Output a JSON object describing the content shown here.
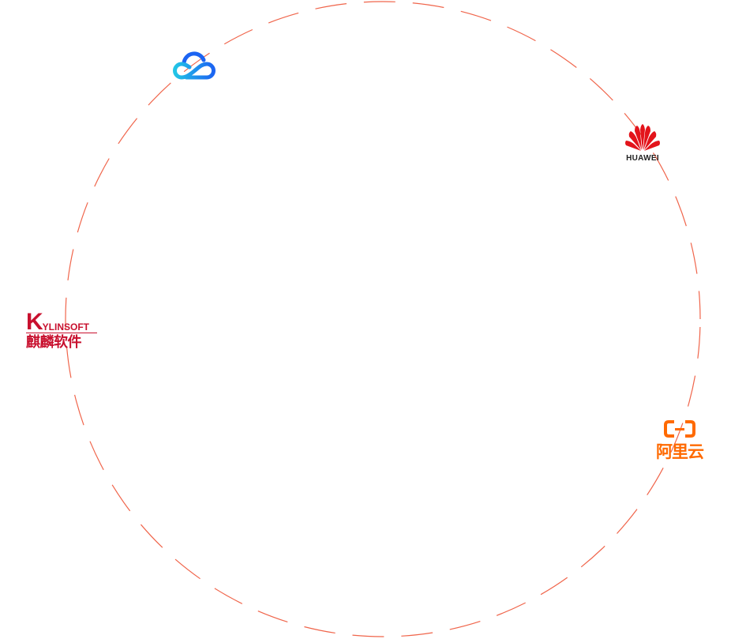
{
  "ring": {
    "color": "#f0654b",
    "style": "dashed"
  },
  "logos": {
    "tencent_cloud": {
      "name": "Tencent Cloud",
      "colors": [
        "#1c64f2",
        "#22c5e6"
      ]
    },
    "huawei": {
      "wordmark": "HUAWEI",
      "color": "#e3141b"
    },
    "kylinsoft": {
      "k": "K",
      "rest": "YLINSOFT",
      "chinese": "麒麟软件",
      "color": "#c8102e"
    },
    "aliyun": {
      "chinese": "阿里云",
      "color": "#ff6a00"
    }
  }
}
